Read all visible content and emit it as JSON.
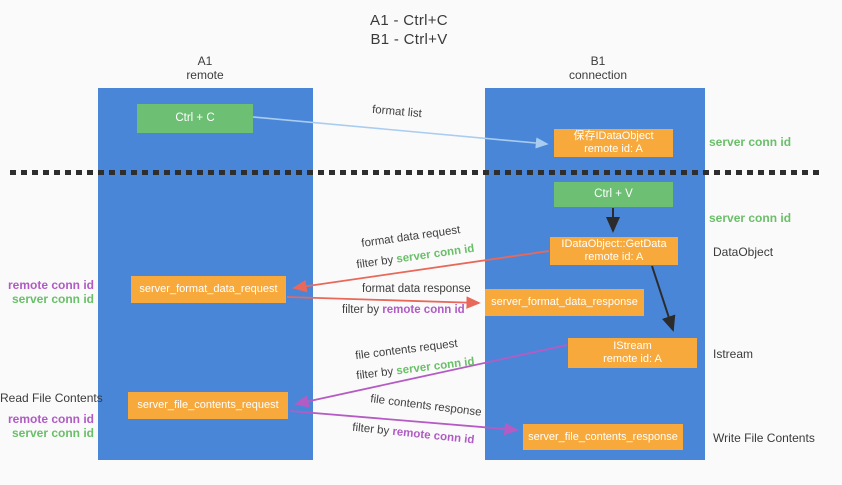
{
  "title": {
    "line1": "A1 - Ctrl+C",
    "line2": "B1 - Ctrl+V"
  },
  "lanes": {
    "a": {
      "name": "A1",
      "subtitle": "remote"
    },
    "b": {
      "name": "B1",
      "subtitle": "connection"
    }
  },
  "nodes": {
    "ctrl_c": {
      "label": "Ctrl + C"
    },
    "ctrl_v": {
      "label": "Ctrl + V"
    },
    "save_idataobject": {
      "line1": "保存IDataObject",
      "line2": "remote id: A"
    },
    "idataobject_getdata": {
      "line1": "IDataObject::GetData",
      "line2": "remote id: A"
    },
    "server_format_data_request": {
      "label": "server_format_data_request"
    },
    "server_format_data_response": {
      "label": "server_format_data_response"
    },
    "istream": {
      "line1": "IStream",
      "line2": "remote id: A"
    },
    "server_file_contents_request": {
      "label": "server_file_contents_request"
    },
    "server_file_contents_response": {
      "label": "server_file_contents_response"
    }
  },
  "edge_labels": {
    "format_list": "format list",
    "format_data_request": "format data request",
    "format_data_request_filter": {
      "prefix": "filter by ",
      "key": "server conn id"
    },
    "format_data_response": "format data response",
    "format_data_response_filter": {
      "prefix": "filter by ",
      "key": "remote conn id"
    },
    "file_contents_request": "file contents request",
    "file_contents_request_filter": {
      "prefix": "filter by ",
      "key": "server conn id"
    },
    "file_contents_response": "file contents response",
    "file_contents_response_filter": {
      "prefix": "filter by ",
      "key": "remote conn id"
    }
  },
  "side_labels": {
    "right_server_conn_id_top": "server conn id",
    "right_server_conn_id_mid": "server conn id",
    "right_dataobject": "DataObject",
    "right_istream": "Istream",
    "right_write_file_contents": "Write File Contents",
    "left_remote_conn_id_top": "remote conn id",
    "left_server_conn_id_top": "server conn id",
    "left_read_file_contents": "Read File Contents",
    "left_remote_conn_id_bottom": "remote conn id",
    "left_server_conn_id_bottom": "server conn id"
  },
  "colors": {
    "background": "#fafafa",
    "lane_blue": "#4a86d8",
    "node_orange": "#f7a93c",
    "node_green": "#6dbf73",
    "arrow_red": "#e8685a",
    "arrow_purple": "#b55bc4",
    "arrow_light_blue": "#a9cdf0",
    "arrow_black": "#2b2b2b",
    "text_green": "#6abf69",
    "text_purple": "#b05bc4",
    "text_dark": "#3b3b3b"
  }
}
